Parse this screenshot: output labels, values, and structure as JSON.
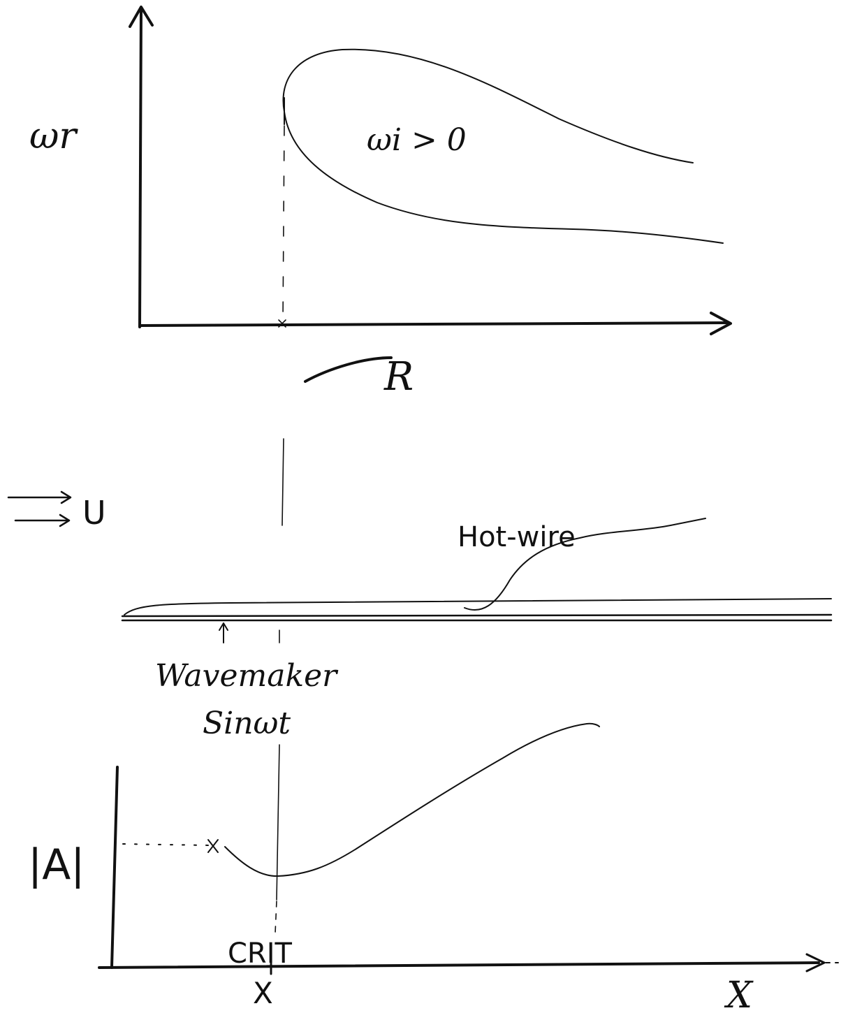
{
  "top_plot": {
    "y_label": "ωr",
    "x_label": "R",
    "region_label": "ωi > 0"
  },
  "flow": {
    "freestream_label": "U"
  },
  "apparatus": {
    "hotwire_label": "Hot-wire",
    "wavemaker_label": "Wavemaker",
    "forcing_label": "Sinωt"
  },
  "bottom_plot": {
    "y_label": "|A|",
    "crit_label": "CRIT",
    "crit_tick_label": "X",
    "x_label": "X"
  }
}
